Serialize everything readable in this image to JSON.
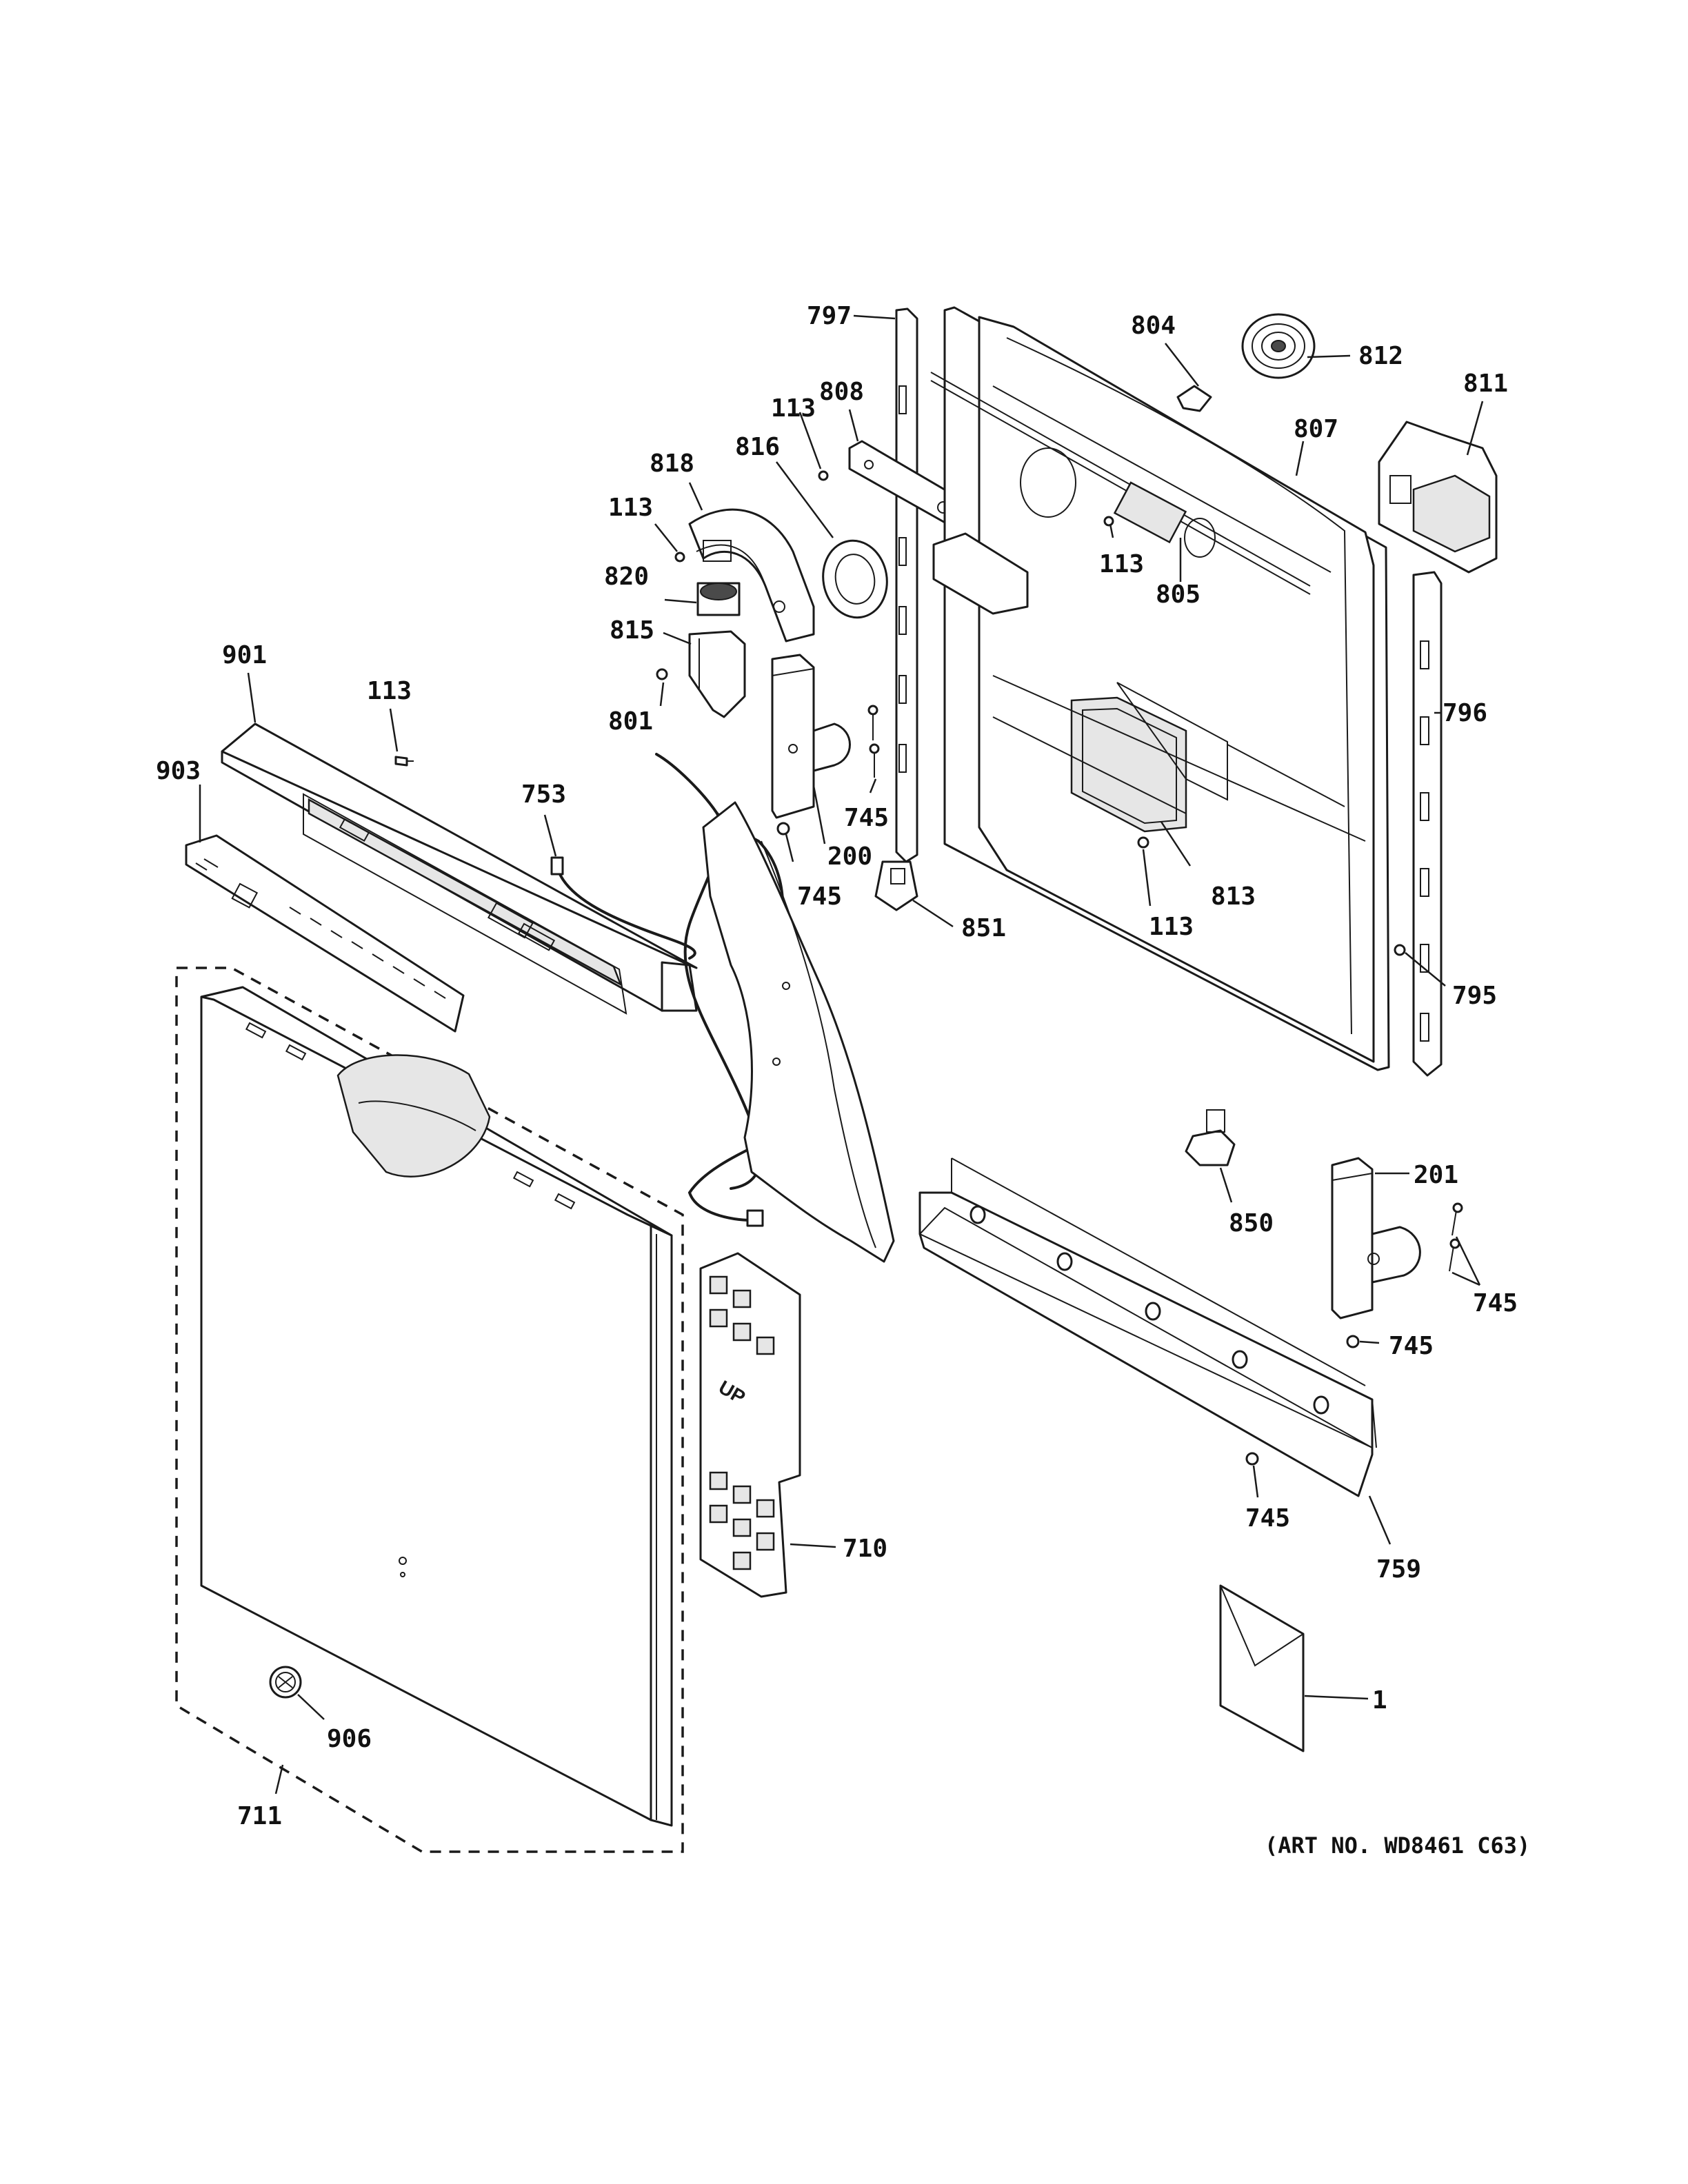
{
  "art_number": "(ART NO. WD8461 C63)",
  "callouts": {
    "c797": "797",
    "c804": "804",
    "c812": "812",
    "c811": "811",
    "c808": "808",
    "c816": "816",
    "c818": "818",
    "c807": "807",
    "c113a": "113",
    "c113b": "113",
    "c113c": "113",
    "c113d": "113",
    "c113e": "113",
    "c820": "820",
    "c815": "815",
    "c805": "805",
    "c901": "901",
    "c801": "801",
    "c796": "796",
    "c903": "903",
    "c753": "753",
    "c745a": "745",
    "c745b": "745",
    "c745c": "745",
    "c745d": "745",
    "c745e": "745",
    "c200": "200",
    "c813": "813",
    "c851": "851",
    "c795": "795",
    "c201": "201",
    "c850": "850",
    "c710": "710",
    "c759": "759",
    "c1": "1",
    "c906": "906",
    "c711": "711"
  },
  "labels": {
    "up_mark": "UP"
  }
}
